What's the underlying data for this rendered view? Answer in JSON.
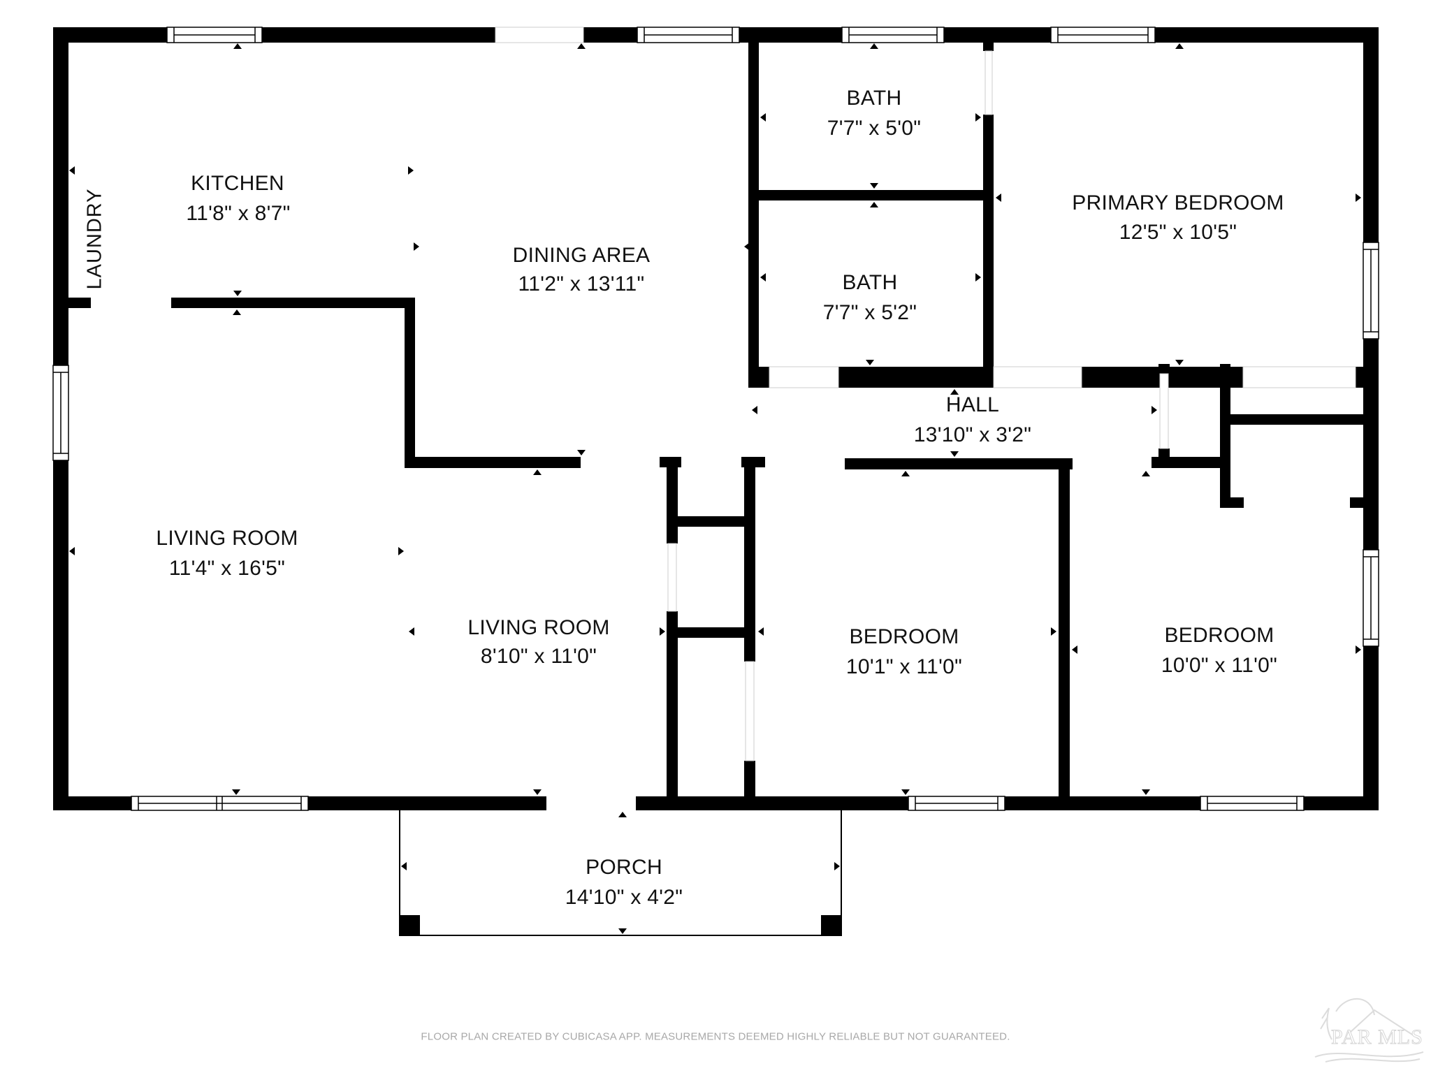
{
  "plan": {
    "type": "floor-plan",
    "wall_color": "#000000",
    "background": "#ffffff"
  },
  "rooms": [
    {
      "id": "kitchen",
      "name": "KITCHEN",
      "dimensions": "11'8\" x 8'7\""
    },
    {
      "id": "laundry",
      "name": "LAUNDRY",
      "dimensions": ""
    },
    {
      "id": "dining-area",
      "name": "DINING AREA",
      "dimensions": "11'2\" x 13'11\""
    },
    {
      "id": "bath-1",
      "name": "BATH",
      "dimensions": "7'7\" x 5'0\""
    },
    {
      "id": "bath-2",
      "name": "BATH",
      "dimensions": "7'7\" x 5'2\""
    },
    {
      "id": "primary-bedroom",
      "name": "PRIMARY BEDROOM",
      "dimensions": "12'5\" x 10'5\""
    },
    {
      "id": "hall",
      "name": "HALL",
      "dimensions": "13'10\" x 3'2\""
    },
    {
      "id": "living-room-1",
      "name": "LIVING ROOM",
      "dimensions": "11'4\" x 16'5\""
    },
    {
      "id": "living-room-2",
      "name": "LIVING ROOM",
      "dimensions": "8'10\" x 11'0\""
    },
    {
      "id": "bedroom-1",
      "name": "BEDROOM",
      "dimensions": "10'1\" x 11'0\""
    },
    {
      "id": "bedroom-2",
      "name": "BEDROOM",
      "dimensions": "10'0\" x 11'0\""
    },
    {
      "id": "porch",
      "name": "PORCH",
      "dimensions": "14'10\" x 4'2\""
    }
  ],
  "footer": {
    "disclaimer": "FLOOR PLAN CREATED BY CUBICASA APP. MEASUREMENTS DEEMED HIGHLY RELIABLE BUT NOT GUARANTEED."
  },
  "watermark": {
    "text": "PAR MLS",
    "icon": "palm-house-logo-icon",
    "color": "#d6d6d6"
  }
}
